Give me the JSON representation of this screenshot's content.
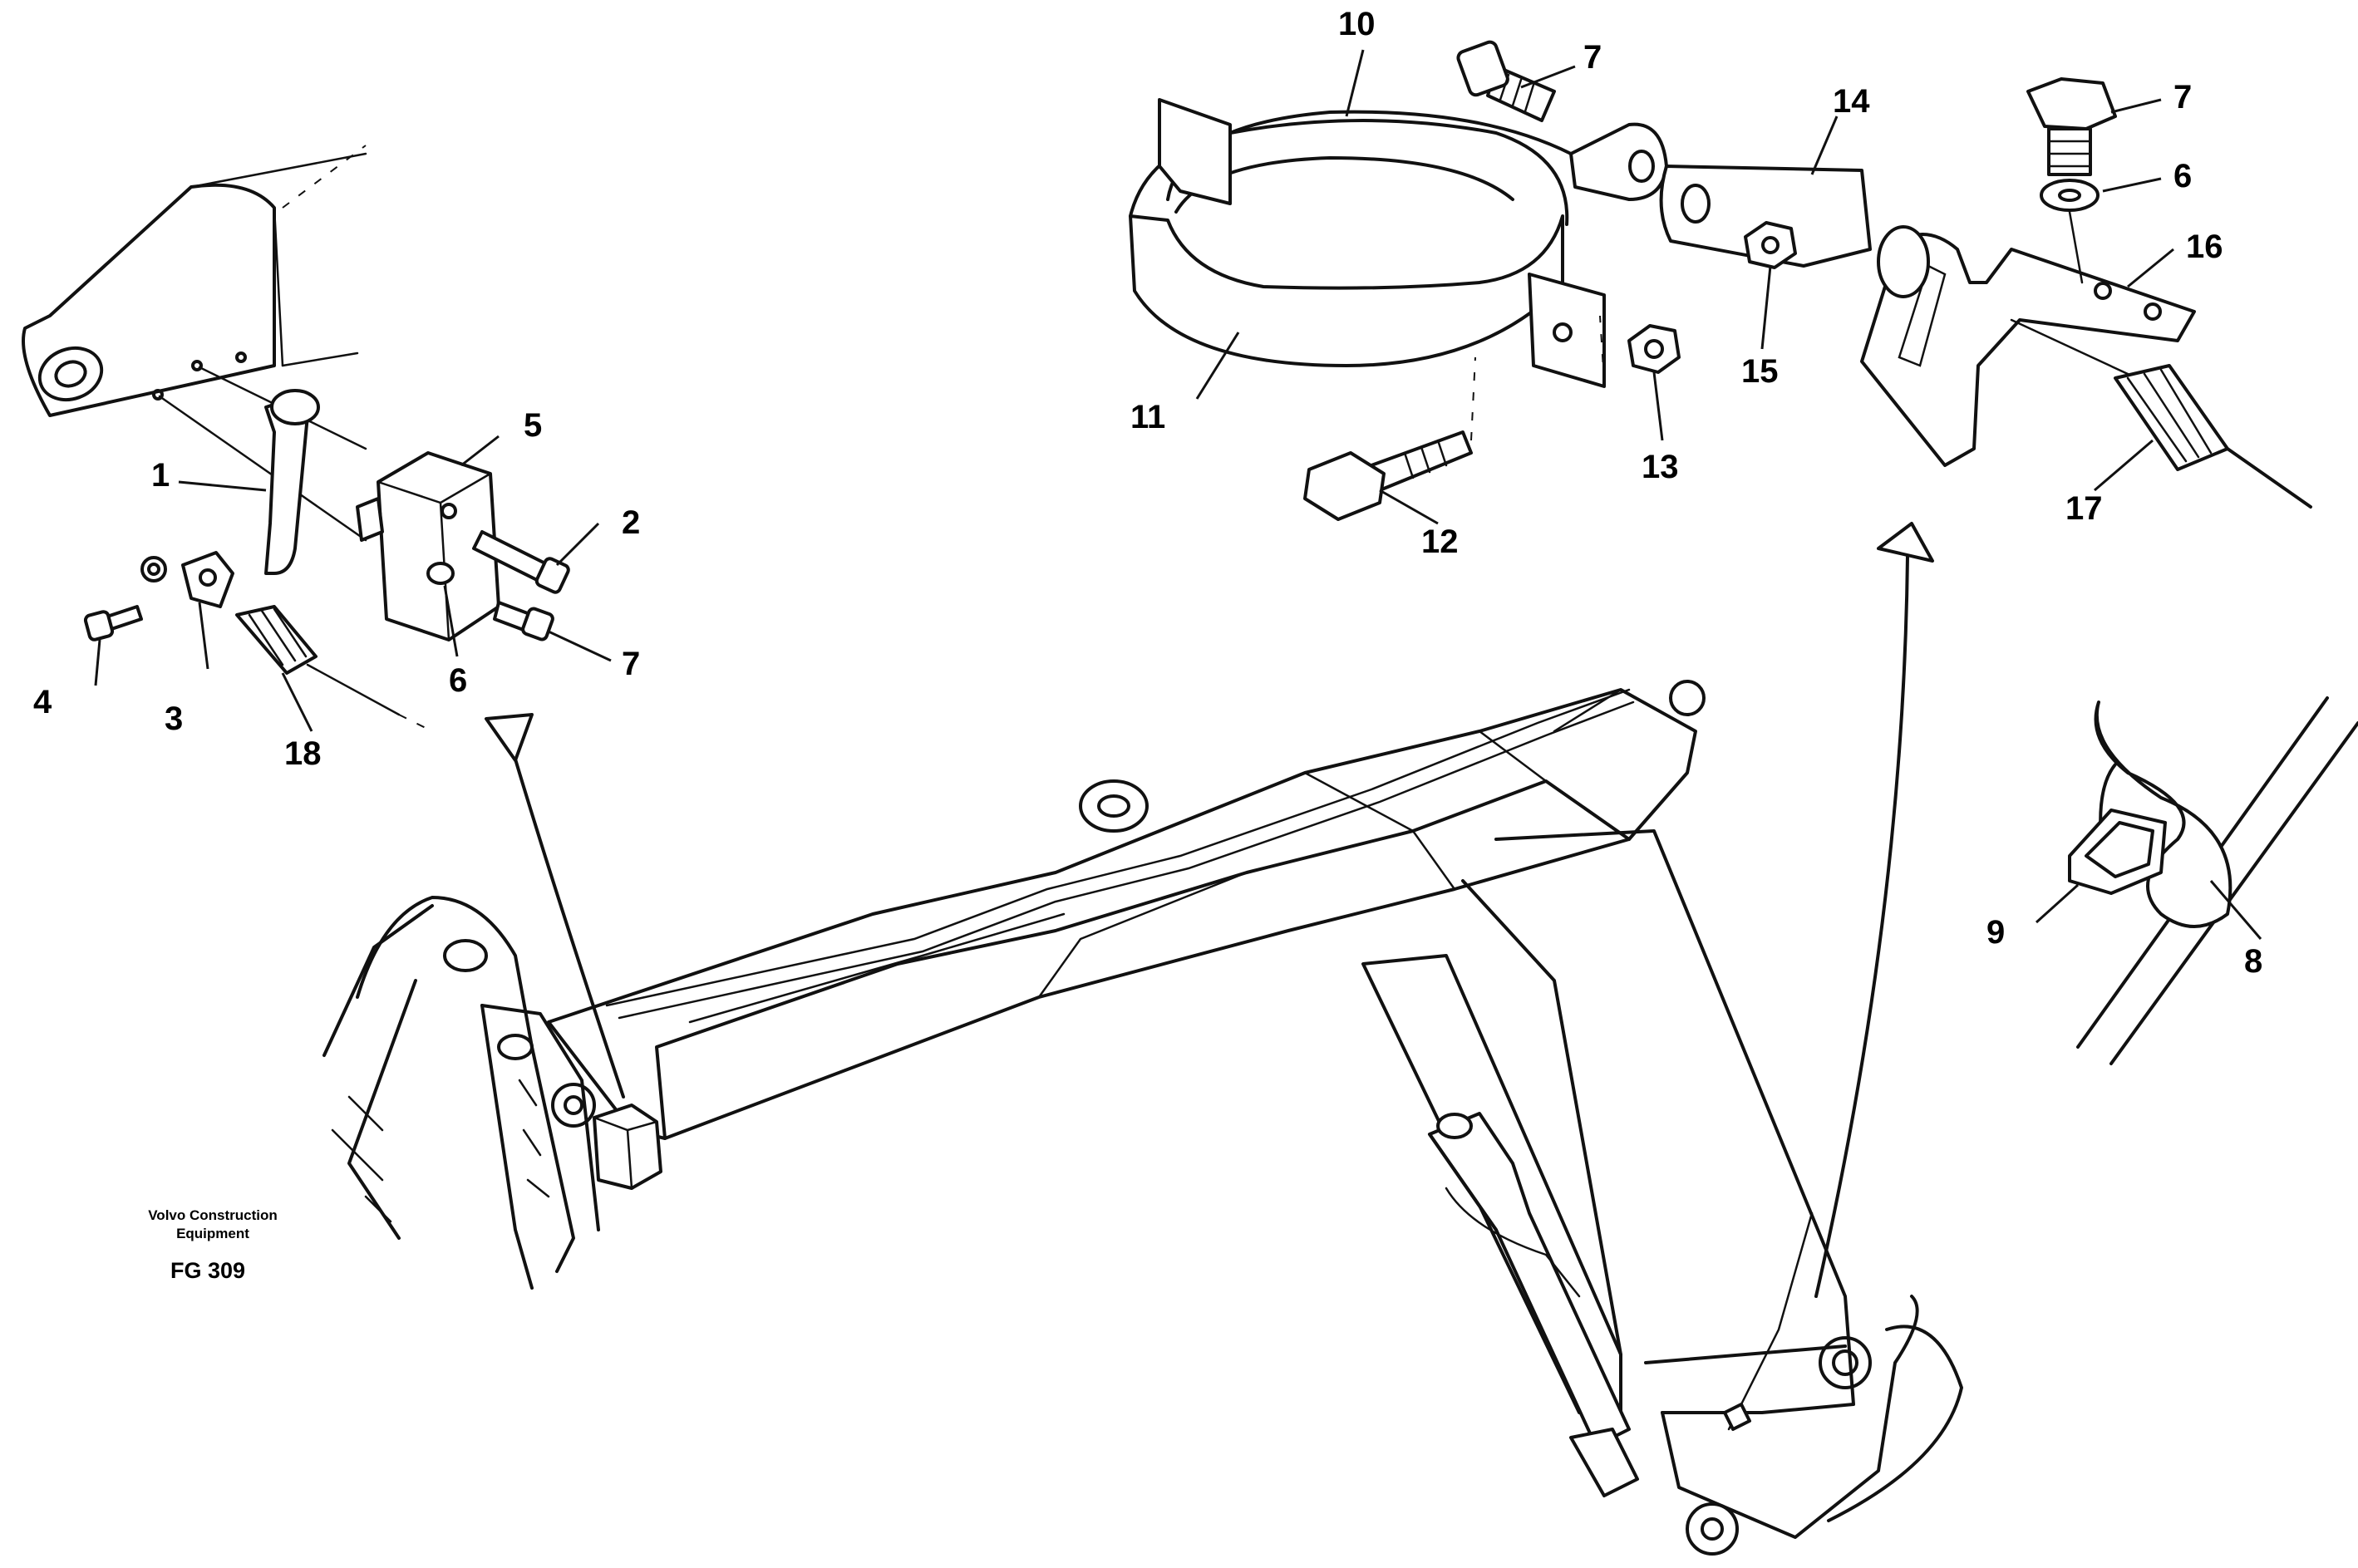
{
  "diagram": {
    "callouts": {
      "c1": "1",
      "c2": "2",
      "c3": "3",
      "c4": "4",
      "c5": "5",
      "c6a": "6",
      "c7a": "7",
      "c18": "18",
      "c10": "10",
      "c7b": "7",
      "c14": "14",
      "c7c": "7",
      "c6b": "6",
      "c16": "16",
      "c11": "11",
      "c13": "13",
      "c15": "15",
      "c12": "12",
      "c17": "17",
      "c9": "9",
      "c8": "8"
    },
    "brand_line1": "Volvo Construction",
    "brand_line2": "Equipment",
    "figure_code": "FG 309"
  }
}
